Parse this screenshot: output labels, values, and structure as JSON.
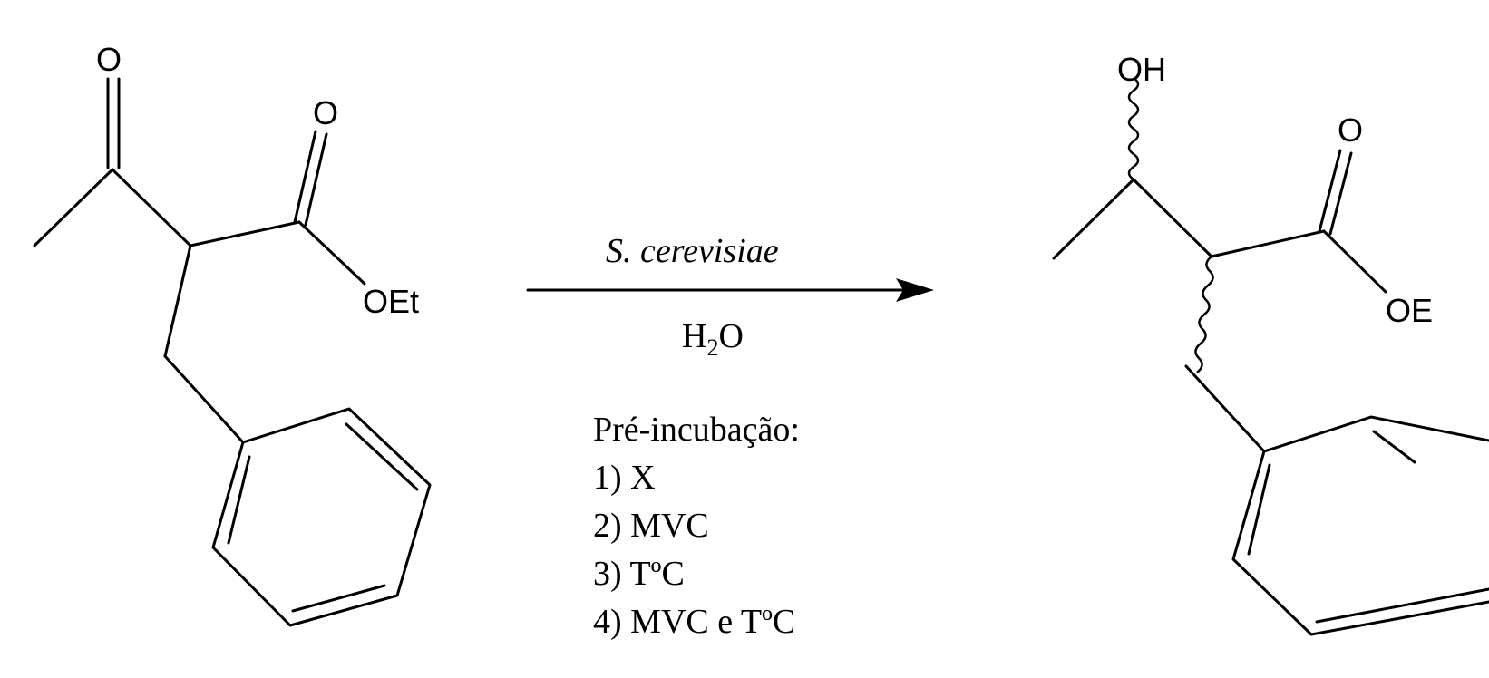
{
  "reactant": {
    "atoms": {
      "ketone_o": "O",
      "ester_o": "O",
      "ester_oet": "OEt"
    }
  },
  "product": {
    "atoms": {
      "hydroxyl": "OH",
      "ester_o": "O",
      "ester_oet_partial": "OE"
    }
  },
  "conditions": {
    "above_arrow": "S. cerevisiae",
    "below_arrow_main": "H",
    "below_arrow_sub": "2",
    "below_arrow_tail": "O",
    "preincubation_title": "Pré-incubação:",
    "options": [
      "1) X",
      "2) MVC",
      "3) TºC",
      "4) MVC e TºC"
    ]
  }
}
